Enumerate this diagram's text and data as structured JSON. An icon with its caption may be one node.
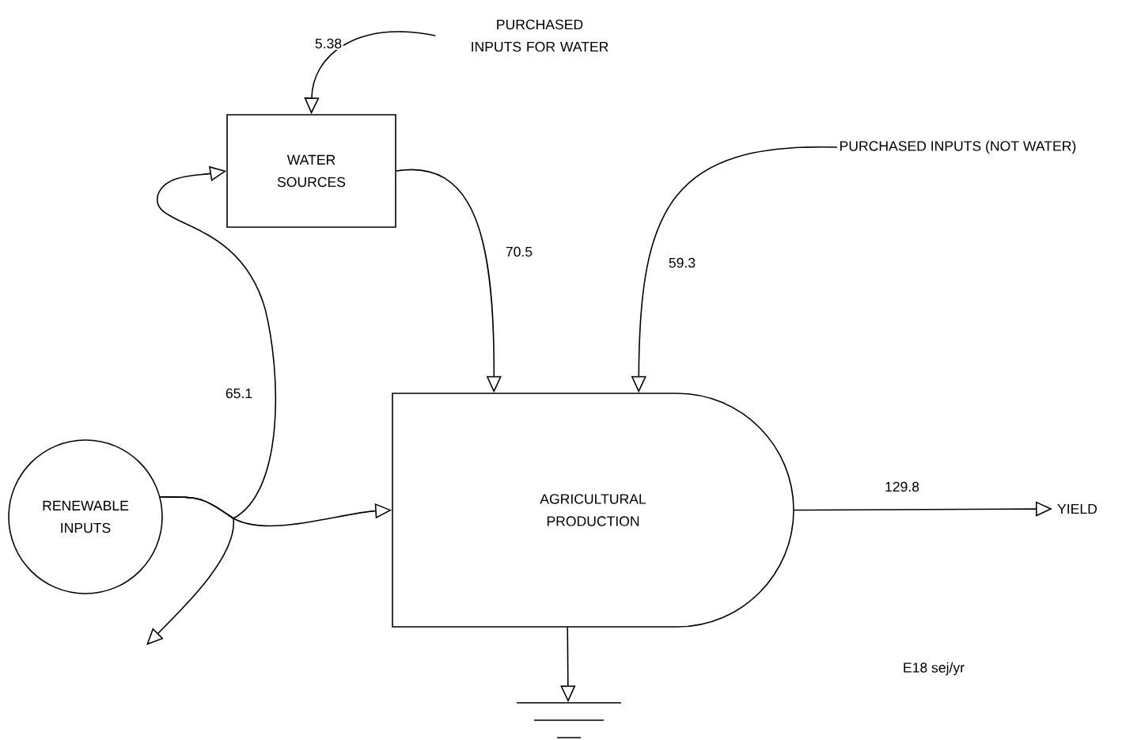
{
  "diagram": {
    "nodes": [
      {
        "text": [
          "PURCHASED INPUTS FOR WATER"
        ]
      },
      {
        "text": [
          "WATER SOURCES"
        ]
      },
      {
        "text": [
          "PURCHASED INPUTS (NOT WATER)"
        ]
      },
      {
        "text": [
          "RENEWABLE INPUTS"
        ]
      },
      {
        "text": [
          "AGRICULTURAL PRODUCTION"
        ]
      },
      {
        "text": [
          "YIELD"
        ]
      },
      {
        "text": [],
        "shape": "ground"
      }
    ],
    "edges": [
      {
        "from": 0,
        "to": 1,
        "arrow": "to",
        "label": "5.38"
      },
      {
        "from": 1,
        "to": 4,
        "arrow": "to",
        "label": "70.5"
      },
      {
        "from": 2,
        "to": 4,
        "arrow": "to",
        "label": "59.3"
      },
      {
        "from": 3,
        "to": 1,
        "arrow": "to",
        "label": "65.1"
      },
      {
        "from": 3,
        "to": 4,
        "arrow": "to"
      },
      {
        "from": 3,
        "to": null,
        "arrow": "to"
      },
      {
        "from": 4,
        "to": 5,
        "arrow": "to",
        "label": "129.8"
      },
      {
        "from": 4,
        "to": 6,
        "arrow": "to"
      }
    ],
    "labels": [
      "E18 sej/yr"
    ]
  }
}
